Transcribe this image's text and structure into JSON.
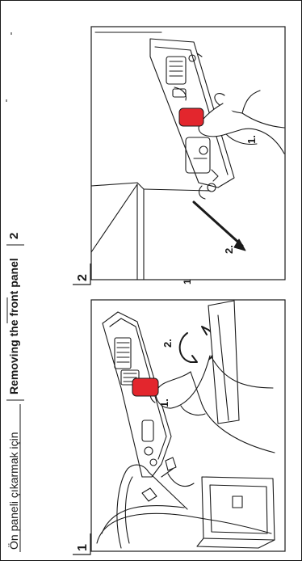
{
  "heading": {
    "turkish": "Ön paneli çıkarmak için",
    "english": "Removing the front panel",
    "section_number": "2"
  },
  "figure_1": {
    "number": "1",
    "steps": [
      "1.",
      "2."
    ]
  },
  "figure_2": {
    "number": "2",
    "steps": [
      "1.",
      "2."
    ]
  },
  "colors": {
    "ink": "#1a1a1a",
    "button_red": "#e3262d"
  }
}
